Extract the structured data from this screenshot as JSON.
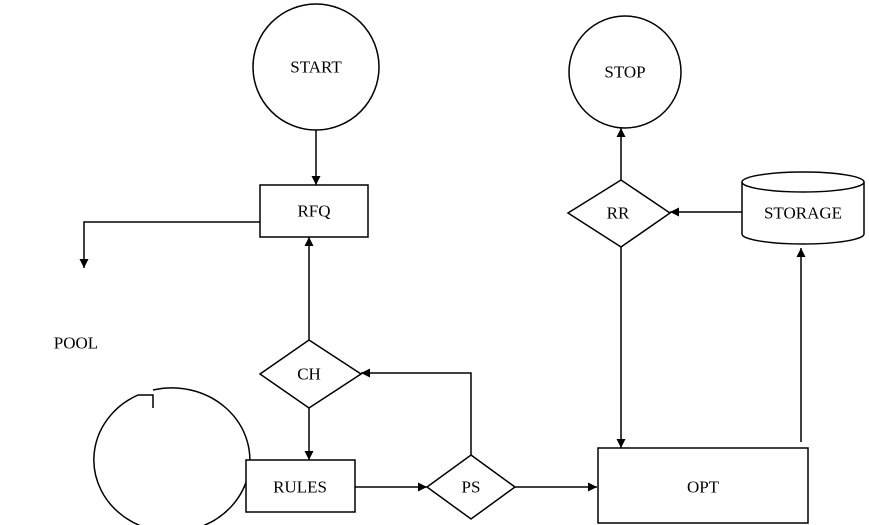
{
  "nodes": {
    "start": "START",
    "stop": "STOP",
    "rfq": "RFQ",
    "rr": "RR",
    "storage": "STORAGE",
    "pool": "POOL",
    "ch": "CH",
    "rules": "RULES",
    "ps": "PS",
    "opt": "OPT"
  },
  "colors": {
    "stroke": "#000000",
    "fill": "#ffffff"
  }
}
